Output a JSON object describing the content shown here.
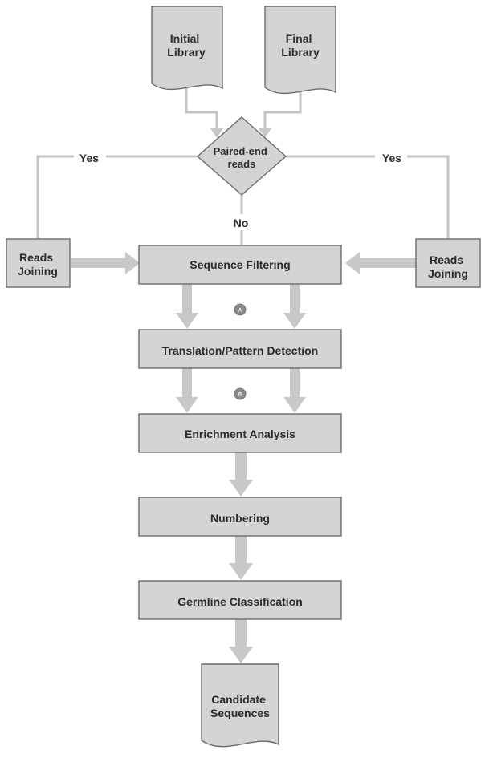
{
  "documents": {
    "initial_library": [
      "Initial",
      "Library"
    ],
    "final_library": [
      "Final",
      "Library"
    ],
    "candidate_sequences": [
      "Candidate",
      "Sequences"
    ]
  },
  "decision": {
    "label": [
      "Paired-end",
      "reads"
    ],
    "yes_left": "Yes",
    "yes_right": "Yes",
    "no": "No"
  },
  "side_boxes": {
    "left": [
      "Reads",
      "Joining"
    ],
    "right": [
      "Reads",
      "Joining"
    ]
  },
  "steps": {
    "sequence_filtering": "Sequence Filtering",
    "translation": "Translation/Pattern Detection",
    "enrichment": "Enrichment Analysis",
    "numbering": "Numbering",
    "germline": "Germline Classification"
  },
  "badges": {
    "a": "A",
    "b": "B"
  }
}
